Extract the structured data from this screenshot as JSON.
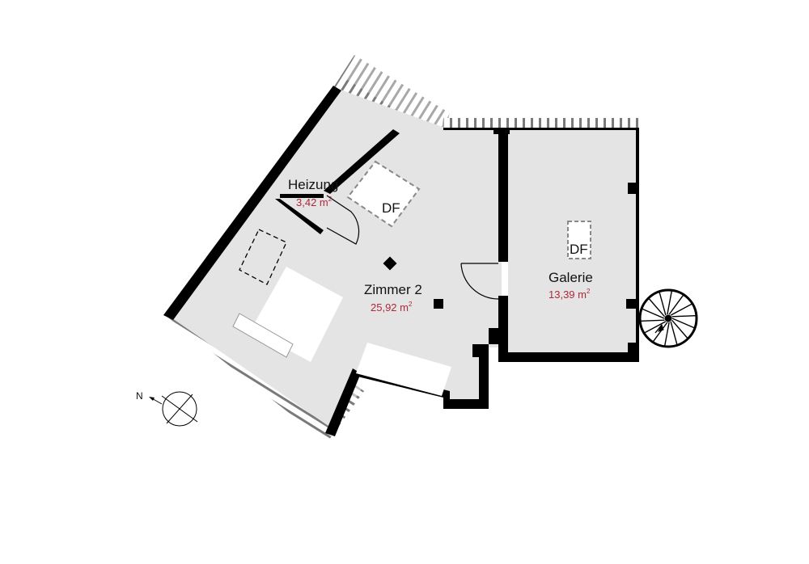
{
  "rooms": [
    {
      "name": "Heizung",
      "area": "3,42 m",
      "sup": "2"
    },
    {
      "name": "Zimmer 2",
      "area": "25,92 m",
      "sup": "2"
    },
    {
      "name": "Galerie",
      "area": "13,39 m",
      "sup": "2"
    }
  ],
  "skylights": [
    {
      "label": "DF"
    },
    {
      "label": "DF"
    }
  ],
  "compass": {
    "label": "N"
  },
  "colors": {
    "floor": "#e4e4e4",
    "wall": "#000000",
    "area_text": "#b0283a",
    "roof_stripe": "#6e6e6e"
  }
}
